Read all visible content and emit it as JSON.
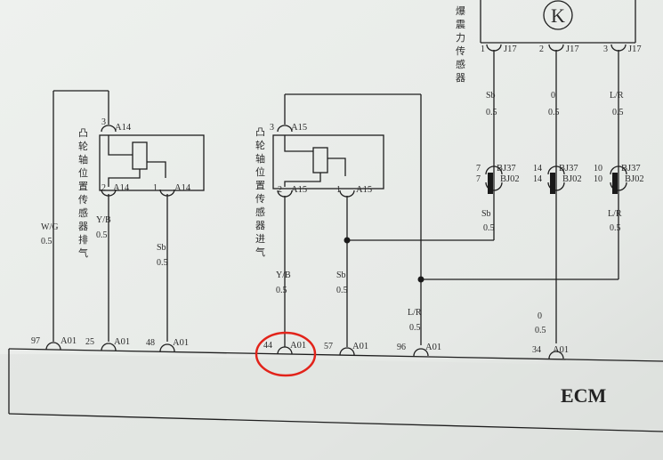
{
  "sensors": {
    "exhaust_cam": {
      "title_chars": [
        "凸",
        "轮",
        "轴",
        "位",
        "置",
        "传",
        "感",
        "器",
        "排",
        "气"
      ],
      "connector": "A14",
      "pin_top": "3",
      "pin_bottom_left": "2",
      "pin_bottom_right": "1"
    },
    "intake_cam": {
      "title_chars": [
        "凸",
        "轮",
        "轴",
        "位",
        "置",
        "传",
        "感",
        "器",
        "进",
        "气"
      ],
      "connector": "A15",
      "pin_top": "3",
      "pin_bottom_left": "2",
      "pin_bottom_right": "1"
    },
    "knock": {
      "title_chars": [
        "爆",
        "震",
        "力",
        "传",
        "感",
        "器"
      ],
      "symbol": "K",
      "connector": "J17",
      "pin_1": "1",
      "pin_2": "2",
      "pin_3": "3"
    }
  },
  "wires": [
    {
      "id": "w1",
      "color": "W/G",
      "gauge": "0.5"
    },
    {
      "id": "w2",
      "color": "Y/B",
      "gauge": "0.5"
    },
    {
      "id": "w3",
      "color": "Sb",
      "gauge": "0.5"
    },
    {
      "id": "w4",
      "color": "Y/B",
      "gauge": "0.5"
    },
    {
      "id": "w5",
      "color": "Sb",
      "gauge": "0.5"
    },
    {
      "id": "w6",
      "color": "L/R",
      "gauge": "0.5"
    },
    {
      "id": "k1",
      "color": "Sb",
      "gauge": "0.5",
      "lower_color": "Sb",
      "lower_gauge": "0.5"
    },
    {
      "id": "k2",
      "color": "0",
      "gauge": "0.5",
      "lower_color": "0",
      "lower_gauge": "0.5"
    },
    {
      "id": "k3",
      "color": "L/R",
      "gauge": "0.5",
      "lower_color": "L/R",
      "lower_gauge": "0.5"
    }
  ],
  "splices": [
    {
      "pins": [
        "7",
        "7"
      ],
      "codes": [
        "BJ37",
        "BJ02"
      ]
    },
    {
      "pins": [
        "14",
        "14"
      ],
      "codes": [
        "BJ37",
        "BJ02"
      ]
    },
    {
      "pins": [
        "10",
        "10"
      ],
      "codes": [
        "BJ37",
        "BJ02"
      ]
    }
  ],
  "ecm": {
    "label": "ECM",
    "connector": "A01",
    "pins": [
      "97",
      "25",
      "48",
      "44",
      "57",
      "96",
      "34"
    ]
  },
  "annotation": {
    "highlight_pin": "44",
    "color": "#e2231a"
  }
}
